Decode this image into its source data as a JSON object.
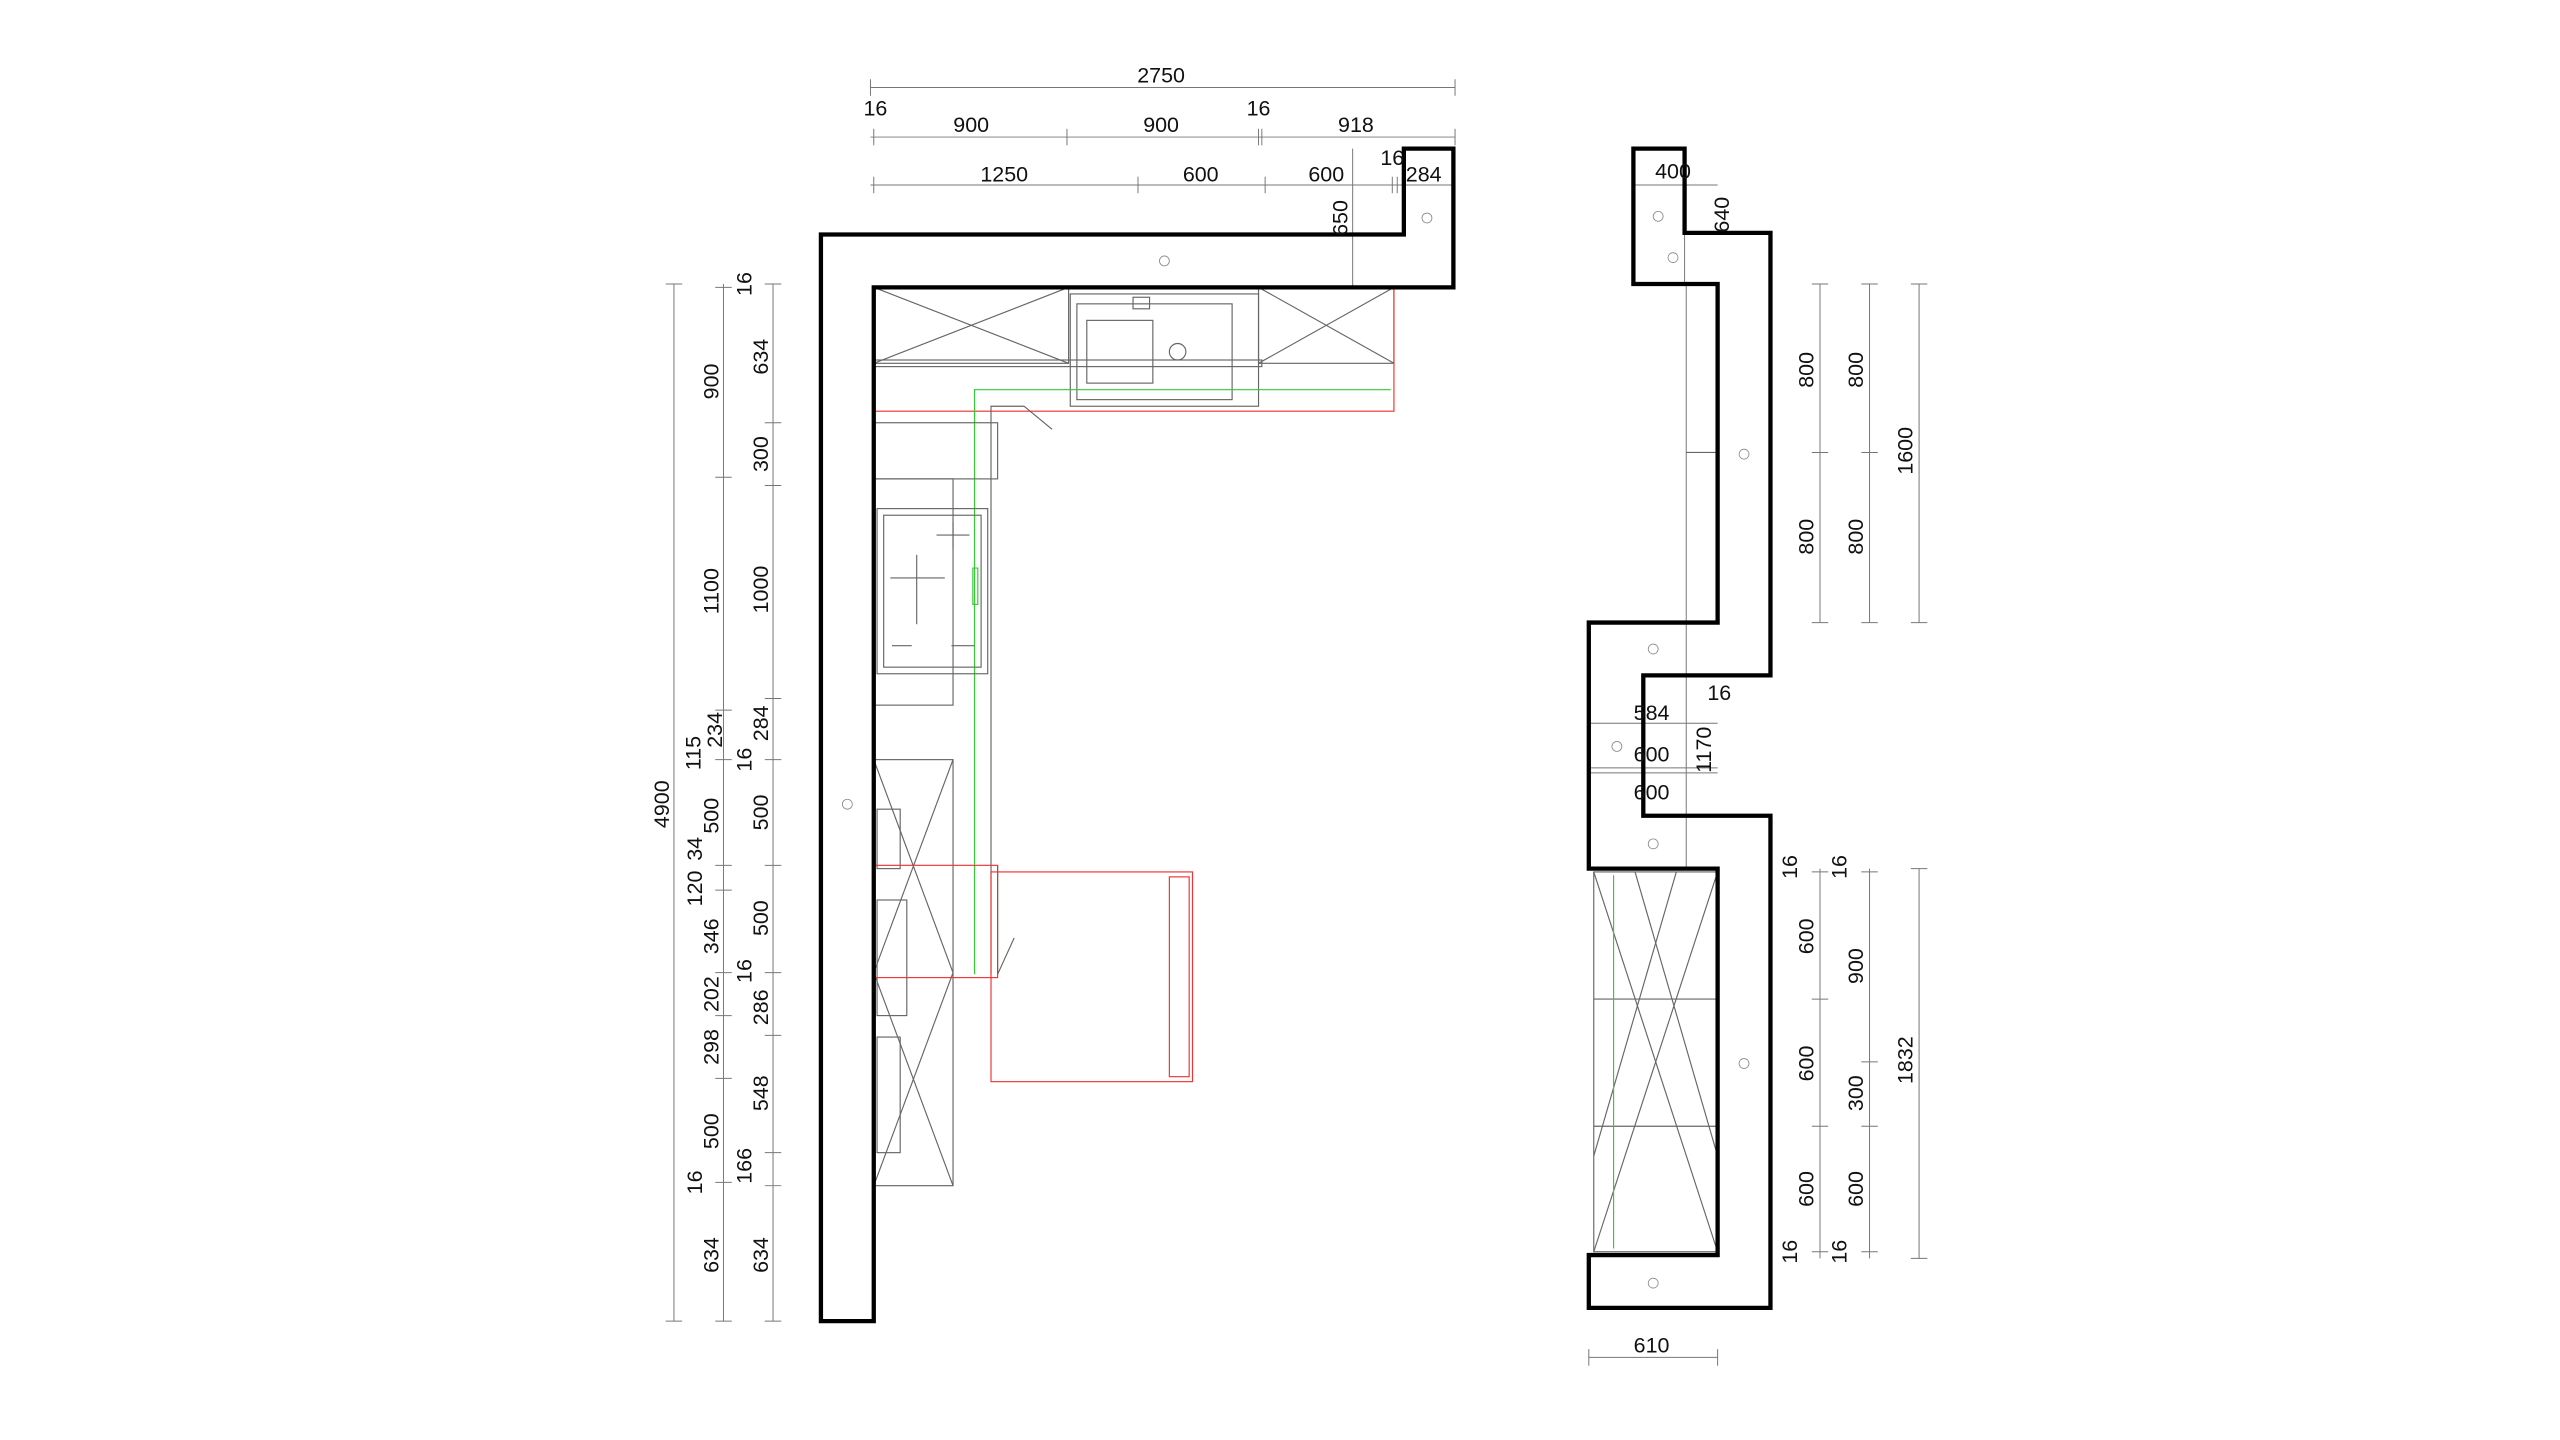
{
  "drawing": {
    "title": "Kitchen countertop plan",
    "colors": {
      "wall": "#000000",
      "cabinet": "#666666",
      "red_outline": "#e33333",
      "green_outline": "#33cc33"
    },
    "top_dims": {
      "total": "2750",
      "row1": [
        "16",
        "900",
        "900",
        "16",
        "918"
      ],
      "row2": [
        "1250",
        "600",
        "600",
        "16",
        "284"
      ],
      "depth": "650"
    },
    "left_dims": {
      "total": "4900",
      "col2": [
        "900",
        "1100",
        "115",
        "234",
        "500",
        "120",
        "34",
        "346",
        "202",
        "298",
        "500",
        "16",
        "634"
      ],
      "col3": [
        "16",
        "634",
        "300",
        "1000",
        "16",
        "284",
        "500",
        "500",
        "16",
        "286",
        "548",
        "166",
        "634"
      ]
    },
    "right_piece": {
      "top_width": "400",
      "top_depth": "640",
      "mid": [
        "16",
        "584",
        "600",
        "600",
        "1170"
      ],
      "bottom_width": "610",
      "col1": [
        "800",
        "800",
        "16",
        "600",
        "600",
        "600",
        "16"
      ],
      "col2": [
        "800",
        "800",
        "16",
        "900",
        "300",
        "600",
        "16"
      ],
      "col3": [
        "1600",
        "1832"
      ]
    }
  }
}
